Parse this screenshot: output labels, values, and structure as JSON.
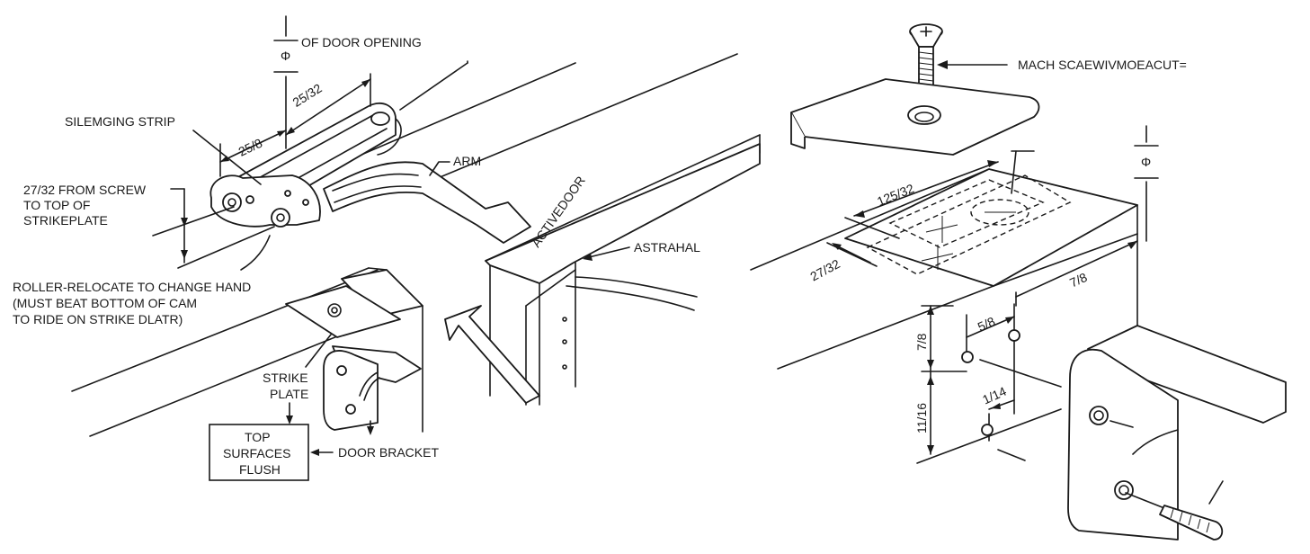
{
  "labels": {
    "of_door_opening": "OF DOOR OPENING",
    "centerline_left": "Φ",
    "dim_25_32": "25/32",
    "dim_25_8": "25/8",
    "silemging_strip": "SILEMGING STRIP",
    "arm": "ARM",
    "from_screw_1": "27/32 FROM SCREW",
    "from_screw_2": "TO TOP OF",
    "from_screw_3": "STRIKEPLATE",
    "active_door": "ACTIVEDOOR",
    "astrahal": "ASTRAHAL",
    "roller_1": "ROLLER-RELOCATE TO CHANGE HAND",
    "roller_2": "(MUST BEAT BOTTOM OF CAM",
    "roller_3": "TO RIDE ON STRIKE DLATR)",
    "strike_1": "STRIKE",
    "strike_2": "PLATE",
    "top_1": "TOP",
    "top_2": "SURFACES",
    "top_3": "FLUSH",
    "door_bracket": "DOOR BRACKET",
    "mach_screw": "MACH SCAEWIVMOEACUT=",
    "centerline_right": "Φ",
    "dim_125_32": "125/32",
    "dim_27_32": "27/32",
    "dim_7_8_a": "7/8",
    "dim_5_8": "5/8",
    "dim_7_8_b": "7/8",
    "dim_11_16": "11/16",
    "dim_1_14": "1/14"
  }
}
